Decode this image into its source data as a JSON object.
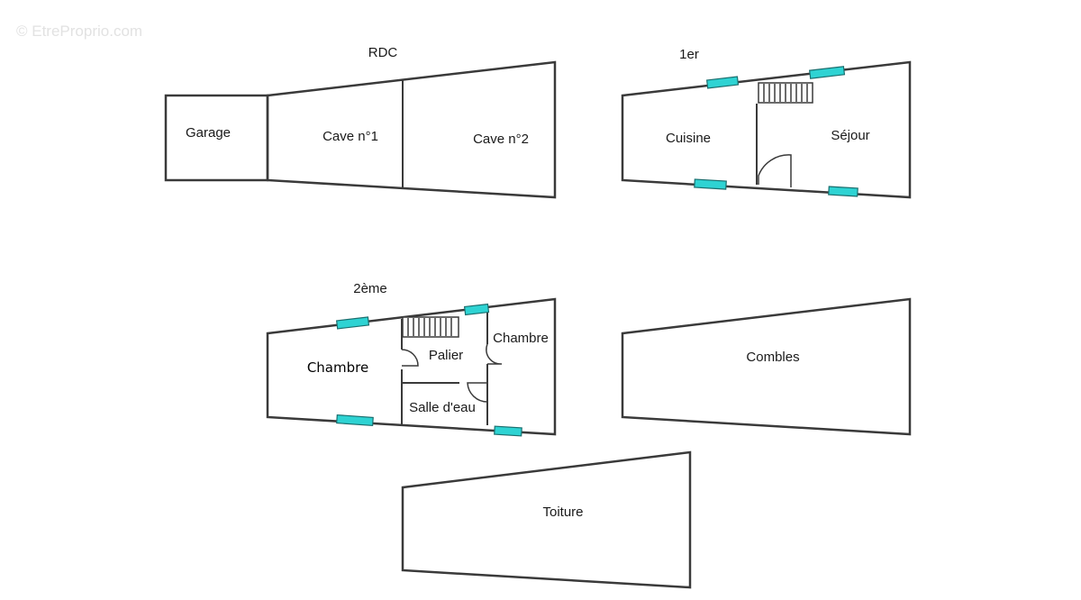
{
  "watermark": "© EtreProprio.com",
  "window_color": "#2ed3d3",
  "floors": {
    "rdc": {
      "title": "RDC",
      "rooms": [
        "Garage",
        "Cave n°1",
        "Cave n°2"
      ]
    },
    "premier": {
      "title": "1er",
      "rooms": [
        "Cuisine",
        "Séjour"
      ]
    },
    "deuxieme": {
      "title": "2ème",
      "rooms": [
        "Chambre",
        "Palier",
        "Chambre",
        "Salle d'eau"
      ]
    },
    "combles": {
      "title": "Combles"
    },
    "toiture": {
      "title": "Toiture"
    }
  }
}
